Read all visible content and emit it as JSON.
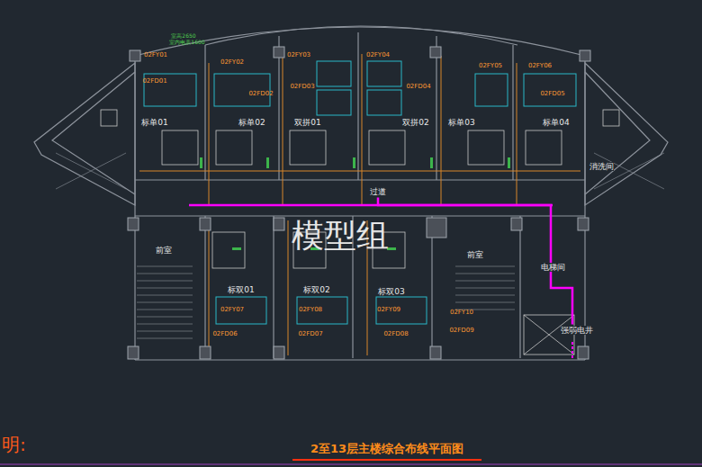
{
  "diagram": {
    "title": "2至13层主楼综合布线平面图",
    "nodes": [
      {
        "text": [
          "标单01"
        ]
      },
      {
        "text": [
          "标单02"
        ]
      },
      {
        "text": [
          "双拼01"
        ]
      },
      {
        "text": [
          "双拼02"
        ]
      },
      {
        "text": [
          "标单03"
        ]
      },
      {
        "text": [
          "标单04"
        ]
      },
      {
        "text": [
          "过道"
        ]
      },
      {
        "text": [
          "消洗间"
        ]
      },
      {
        "text": [
          "前室"
        ]
      },
      {
        "text": [
          "前室"
        ]
      },
      {
        "text": [
          "电梯间"
        ]
      },
      {
        "text": [
          "强弱电井"
        ]
      },
      {
        "text": [
          "标双01"
        ]
      },
      {
        "text": [
          "标双02"
        ]
      },
      {
        "text": [
          "标双03"
        ]
      }
    ],
    "edges": [
      {
        "from": 11,
        "to": 6,
        "arrow": "none"
      }
    ],
    "labels": [
      "模型组",
      "明:",
      "室高2650",
      "室内电表1600",
      "02FY01",
      "02FY02",
      "02FY03",
      "02FY04",
      "02FY05",
      "02FY06",
      "02FD01",
      "02FD02",
      "02FD03",
      "02FD04",
      "02FD05",
      "02FY07",
      "02FY08",
      "02FY09",
      "02FY10",
      "02FD06",
      "02FD07",
      "02FD08",
      "02FD09"
    ]
  }
}
